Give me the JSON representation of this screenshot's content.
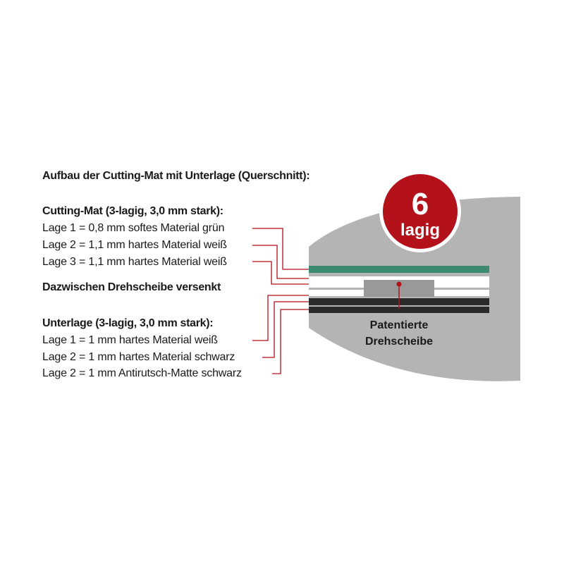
{
  "title": "Aufbau der Cutting-Mat mit Unterlage (Querschnitt):",
  "cutting_mat": {
    "heading": "Cutting-Mat (3-lagig, 3,0 mm stark):",
    "layers": [
      "Lage 1 = 0,8 mm softes Material grün",
      "Lage 2 = 1,1 mm hartes Material weiß",
      "Lage 3 = 1,1 mm hartes Material weiß"
    ]
  },
  "between": "Dazwischen Drehscheibe versenkt",
  "unterlage": {
    "heading": "Unterlage (3-lagig, 3,0 mm stark):",
    "layers": [
      "Lage 1 = 1 mm hartes Material weiß",
      "Lage 2 = 1 mm hartes Material schwarz",
      "Lage 2 = 1 mm Antirutsch-Matte schwarz"
    ]
  },
  "badge": {
    "number": "6",
    "word": "lagig"
  },
  "caption": {
    "line1": "Patentierte",
    "line2": "Drehscheibe"
  },
  "colors": {
    "accent_red": "#b3121b",
    "green_layer": "#3d8a72",
    "gray_panel": "#b4b4b4",
    "black_layer": "#2a2a2a",
    "leader_line": "#b3121b"
  }
}
